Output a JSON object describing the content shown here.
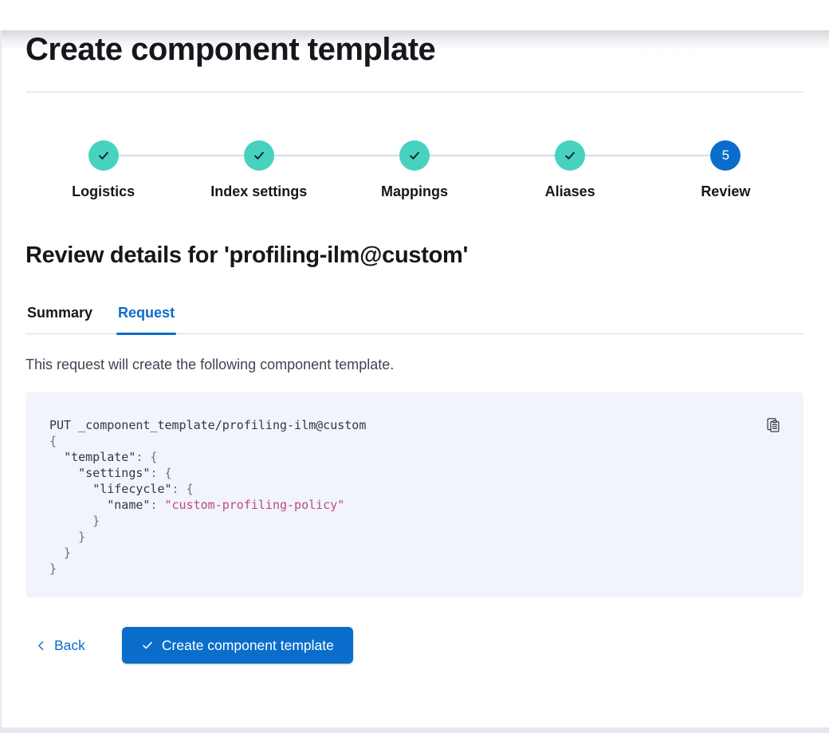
{
  "page": {
    "title": "Create component template",
    "review_heading": "Review details for 'profiling-ilm@custom'",
    "description": "This request will create the following component template."
  },
  "stepper": {
    "steps": [
      {
        "label": "Logistics",
        "status": "complete"
      },
      {
        "label": "Index settings",
        "status": "complete"
      },
      {
        "label": "Mappings",
        "status": "complete"
      },
      {
        "label": "Aliases",
        "status": "complete"
      },
      {
        "label": "Review",
        "status": "current",
        "number": "5"
      }
    ]
  },
  "tabs": [
    {
      "label": "Summary",
      "active": false
    },
    {
      "label": "Request",
      "active": true
    }
  ],
  "code_block": {
    "copy_icon": "copy-clipboard-icon",
    "lines": [
      [
        {
          "t": "PUT _component_template/profiling-ilm@custom",
          "c": "plain"
        }
      ],
      [
        {
          "t": "{",
          "c": "punct"
        }
      ],
      [
        {
          "t": "  ",
          "c": "plain"
        },
        {
          "t": "\"template\"",
          "c": "key"
        },
        {
          "t": ": {",
          "c": "punct"
        }
      ],
      [
        {
          "t": "    ",
          "c": "plain"
        },
        {
          "t": "\"settings\"",
          "c": "key"
        },
        {
          "t": ": {",
          "c": "punct"
        }
      ],
      [
        {
          "t": "      ",
          "c": "plain"
        },
        {
          "t": "\"lifecycle\"",
          "c": "key"
        },
        {
          "t": ": {",
          "c": "punct"
        }
      ],
      [
        {
          "t": "        ",
          "c": "plain"
        },
        {
          "t": "\"name\"",
          "c": "key"
        },
        {
          "t": ": ",
          "c": "punct"
        },
        {
          "t": "\"custom-profiling-policy\"",
          "c": "string"
        }
      ],
      [
        {
          "t": "      }",
          "c": "punct"
        }
      ],
      [
        {
          "t": "    }",
          "c": "punct"
        }
      ],
      [
        {
          "t": "  }",
          "c": "punct"
        }
      ],
      [
        {
          "t": "}",
          "c": "punct"
        }
      ]
    ]
  },
  "footer": {
    "back_label": "Back",
    "submit_label": "Create component template"
  },
  "icons": {
    "step_complete": "check-icon",
    "back": "chevron-left-icon",
    "submit": "check-icon",
    "copy": "copy-clipboard-icon"
  },
  "colors": {
    "primary_blue": "#0a6dcc",
    "success_teal": "#47d2bf",
    "divider": "#d3dae6",
    "code_background": "#f1f4fa",
    "code_text": "#343741",
    "code_punctuation": "#69707d",
    "code_string": "#bd4c78",
    "heading_text": "#16171d"
  }
}
